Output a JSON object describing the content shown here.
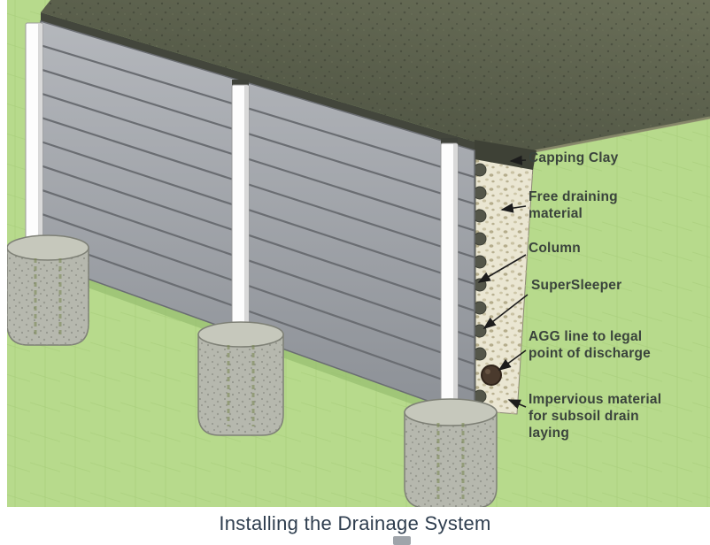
{
  "caption": "Installing the Drainage System",
  "diagram": {
    "labels": [
      {
        "id": "capping-clay",
        "text": "Capping Clay"
      },
      {
        "id": "free-draining",
        "text": "Free draining material"
      },
      {
        "id": "column",
        "text": "Column"
      },
      {
        "id": "supersleeper",
        "text": "SuperSleeper"
      },
      {
        "id": "agg-line",
        "text": "AGG line to legal point of discharge"
      },
      {
        "id": "impervious-material",
        "text": "Impervious material for subsoil drain laying"
      }
    ]
  },
  "colors": {
    "grass_green": "#b7da8c",
    "grass_grid": "#a5cc78",
    "backfill_surface": "#565b49",
    "wall_gray": "#a0a4a9",
    "plank_line": "#6a6d72",
    "post_white": "#fdfdfd",
    "concrete_footing": "#b6b8ae",
    "gravel_fill": "#eae6d2",
    "capping_dark": "#3e4136",
    "agg_pipe": "#4a3a2d",
    "label_text": "#3a433c",
    "caption_text": "#2f3e4f"
  }
}
